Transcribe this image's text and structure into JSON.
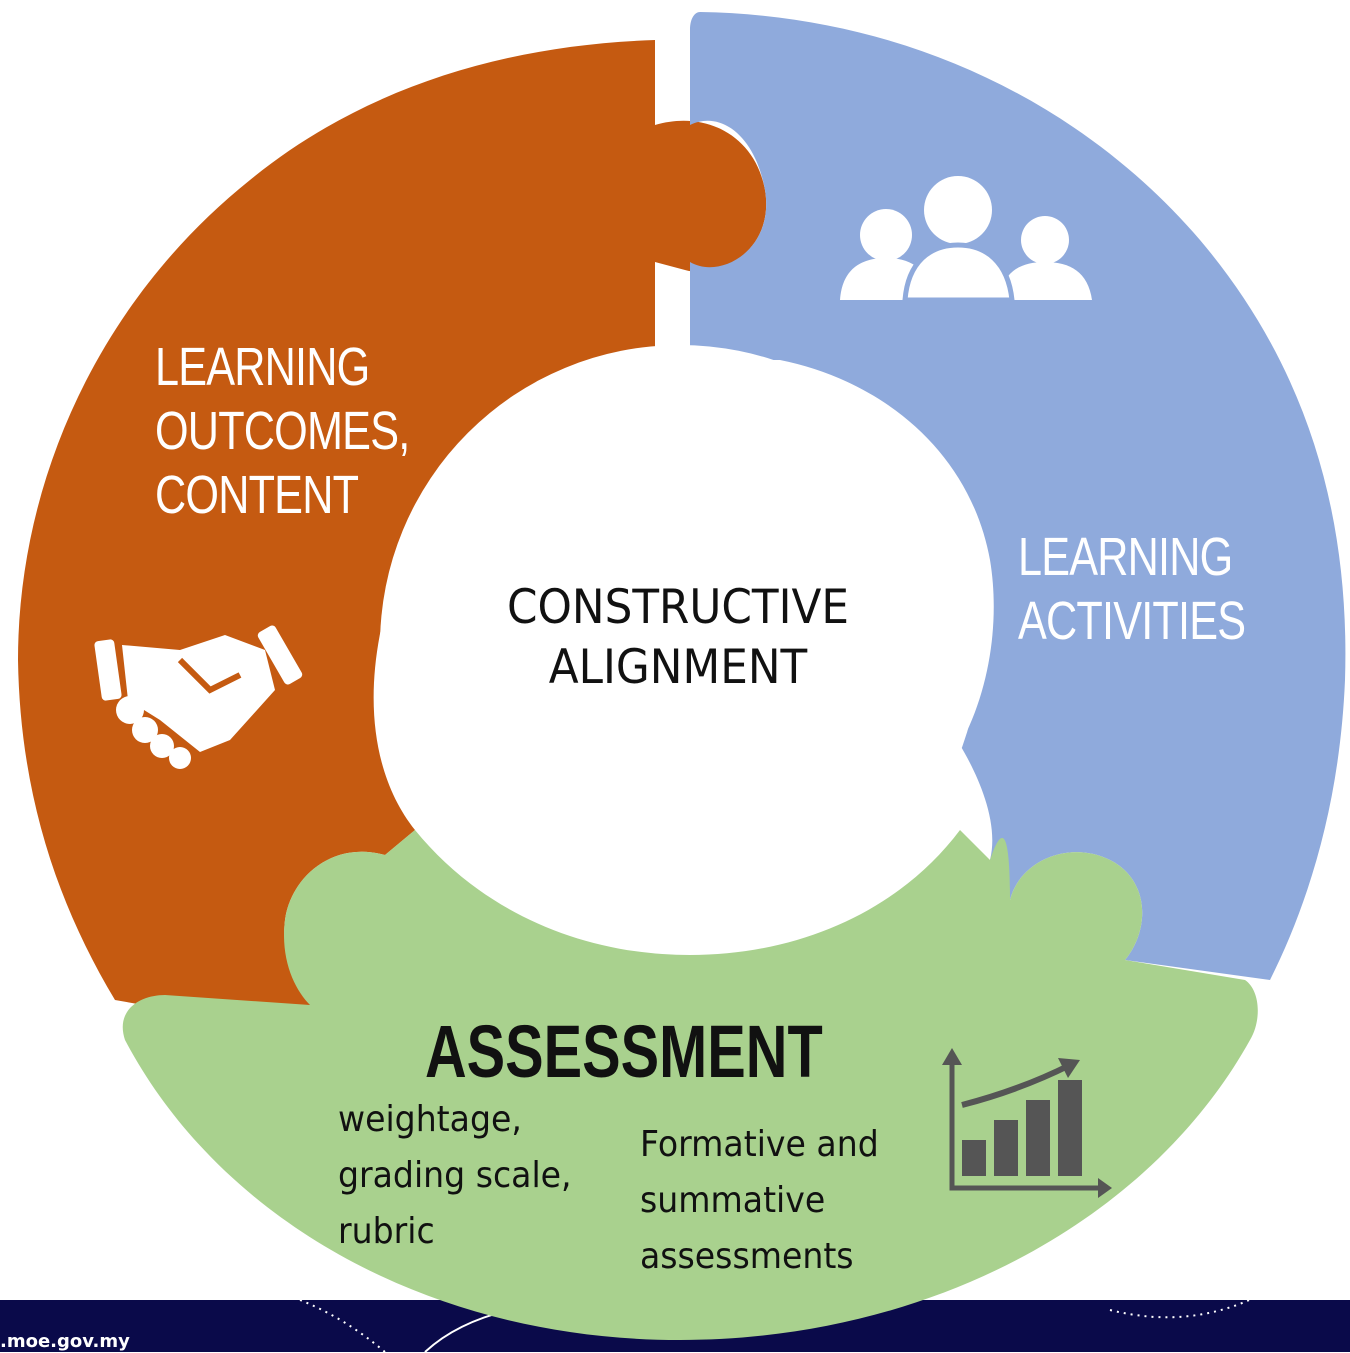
{
  "diagram": {
    "segments": [
      {
        "id": "learning-outcomes",
        "lines": [
          "LEARNING",
          "OUTCOMES,",
          "CONTENT"
        ],
        "icon": "handshake-icon",
        "color": "#C55A11"
      },
      {
        "id": "learning-activities",
        "lines": [
          "LEARNING",
          "ACTIVITIES"
        ],
        "icon": "people-icon",
        "color": "#8FAADC"
      },
      {
        "id": "assessment",
        "title": "ASSESSMENT",
        "icon": "bar-chart-icon",
        "color": "#A9D18E",
        "left_lines": [
          "weightage,",
          "grading scale,",
          "rubric"
        ],
        "right_lines": [
          "Formative and",
          "summative",
          "assessments"
        ]
      }
    ],
    "center": {
      "lines": [
        "CONSTRUCTIVE",
        "ALIGNMENT"
      ],
      "color": "#FFFFFF"
    }
  },
  "footer": {
    "url": ".moe.gov.my",
    "color": "#0A0A4A"
  }
}
